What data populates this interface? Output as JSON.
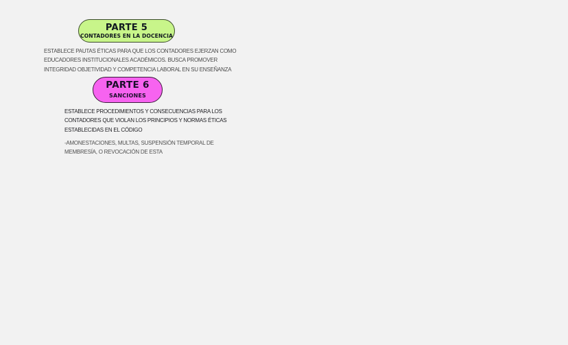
{
  "sections": [
    {
      "id": "parte-5",
      "pill": {
        "title": "PARTE 5",
        "subtitle": "CONTADORES EN LA DOCENCIA",
        "color": "#c8f58a"
      },
      "description_lines": [
        "Establece pautas éticas para que los contadores ejerzan como",
        "educadores institucionales académicos. Busca promover",
        "integridad objetividad y competencia laboral en su enseñanza"
      ]
    },
    {
      "id": "parte-6",
      "pill": {
        "title": "PARTE 6",
        "subtitle": "SANCIONES",
        "color": "#f763f0"
      },
      "description_lines": [
        "Establece procedimientos y consecuencias para los",
        "contadores que violan los principios y normas éticas",
        "establecidas en el código"
      ],
      "note_lines": [
        "-Amonestaciones, multas, suspensión temporal de",
        "membresía, o revocación de esta"
      ]
    }
  ],
  "page": {
    "background": "#f2f2f2"
  }
}
